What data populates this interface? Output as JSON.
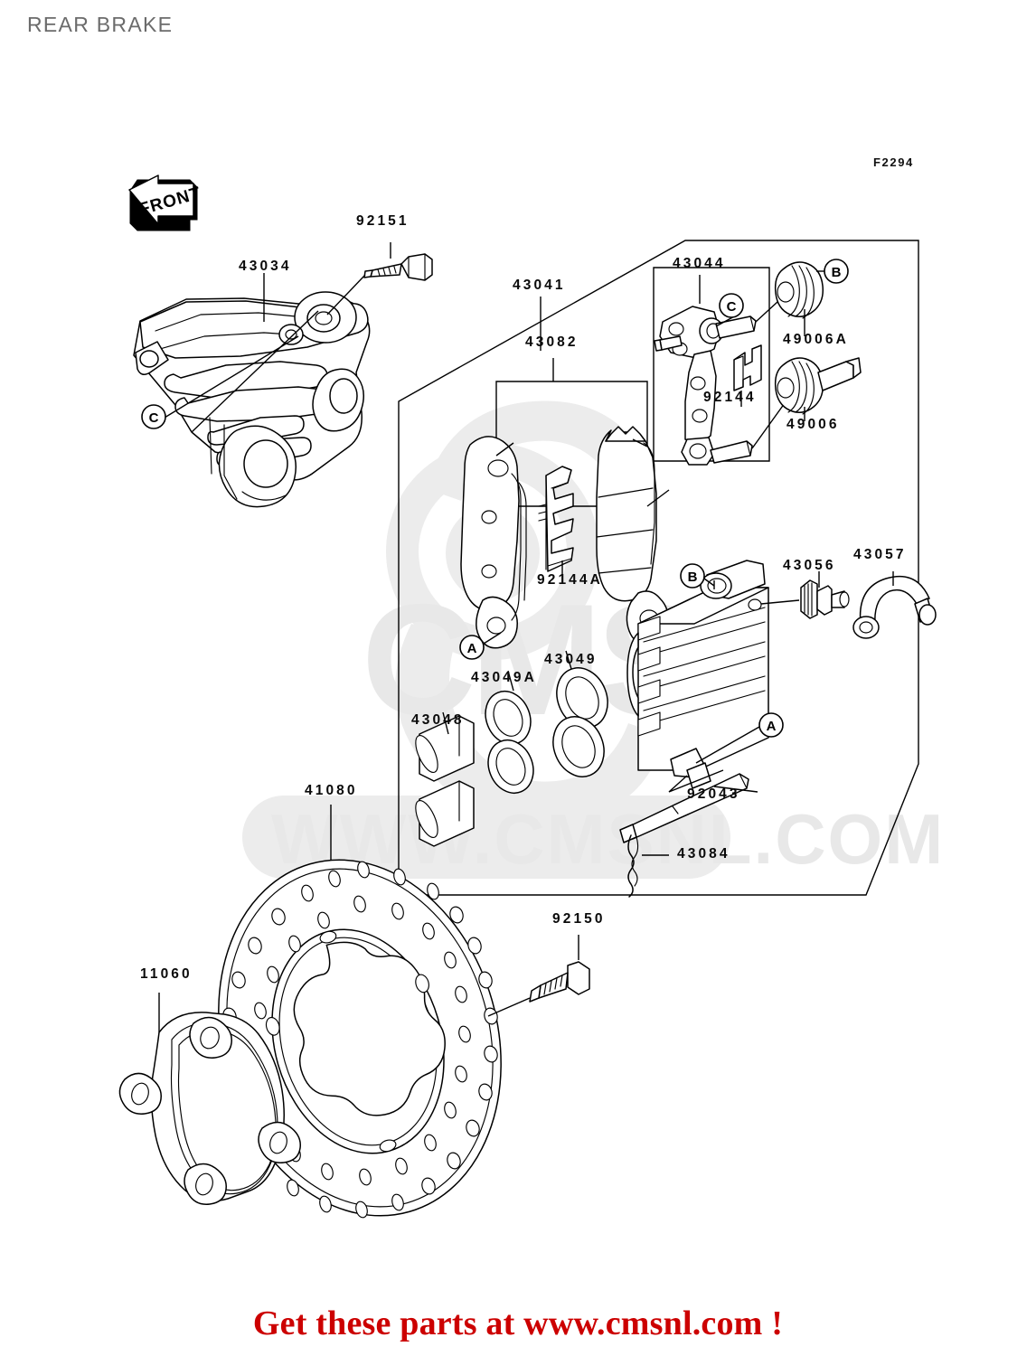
{
  "page": {
    "title": "REAR BRAKE",
    "sheet_code": "F2294",
    "banner": "Get these parts at www.cmsnl.com !",
    "watermark": "CMSNL",
    "watermark_url": "WWW.CMSNL.COM",
    "front_arrow_label": "FRONT",
    "colors": {
      "title": "#6b6b6b",
      "banner": "#cc0000",
      "line": "#000000",
      "watermark": "#e8e8e8",
      "background": "#ffffff"
    }
  },
  "reference_markers": [
    {
      "id": "m-c-bracket",
      "letter": "C"
    },
    {
      "id": "m-c-caliperholder",
      "letter": "C"
    },
    {
      "id": "m-b-boot-top",
      "letter": "B"
    },
    {
      "id": "m-a-pad",
      "letter": "A"
    },
    {
      "id": "m-b-caliper",
      "letter": "B"
    },
    {
      "id": "m-a-caliper",
      "letter": "A"
    }
  ],
  "parts": [
    {
      "id": "p-92151",
      "number": "92151",
      "name": "bolt-torque-link"
    },
    {
      "id": "p-43034",
      "number": "43034",
      "name": "torque-link-bracket"
    },
    {
      "id": "p-43041",
      "number": "43041",
      "name": "caliper-assembly-group"
    },
    {
      "id": "p-43044",
      "number": "43044",
      "name": "caliper-holder-group"
    },
    {
      "id": "p-43082",
      "number": "43082",
      "name": "brake-pad-set"
    },
    {
      "id": "p-49006A",
      "number": "49006A",
      "name": "boot-upper"
    },
    {
      "id": "p-49006",
      "number": "49006",
      "name": "boot-lower"
    },
    {
      "id": "p-92144",
      "number": "92144",
      "name": "spring-holder"
    },
    {
      "id": "p-92144A",
      "number": "92144A",
      "name": "pad-spring"
    },
    {
      "id": "p-43056",
      "number": "43056",
      "name": "bleed-valve"
    },
    {
      "id": "p-43057",
      "number": "43057",
      "name": "brake-hose-fitting"
    },
    {
      "id": "p-43049",
      "number": "43049",
      "name": "dust-seal"
    },
    {
      "id": "p-43049A",
      "number": "43049A",
      "name": "piston-seal"
    },
    {
      "id": "p-43048",
      "number": "43048",
      "name": "caliper-piston"
    },
    {
      "id": "p-92043",
      "number": "92043",
      "name": "pin"
    },
    {
      "id": "p-43084",
      "number": "43084",
      "name": "cotter-pin"
    },
    {
      "id": "p-41080",
      "number": "41080",
      "name": "brake-disc"
    },
    {
      "id": "p-92150",
      "number": "92150",
      "name": "bolt-disc"
    },
    {
      "id": "p-11060",
      "number": "11060",
      "name": "gasket"
    }
  ]
}
